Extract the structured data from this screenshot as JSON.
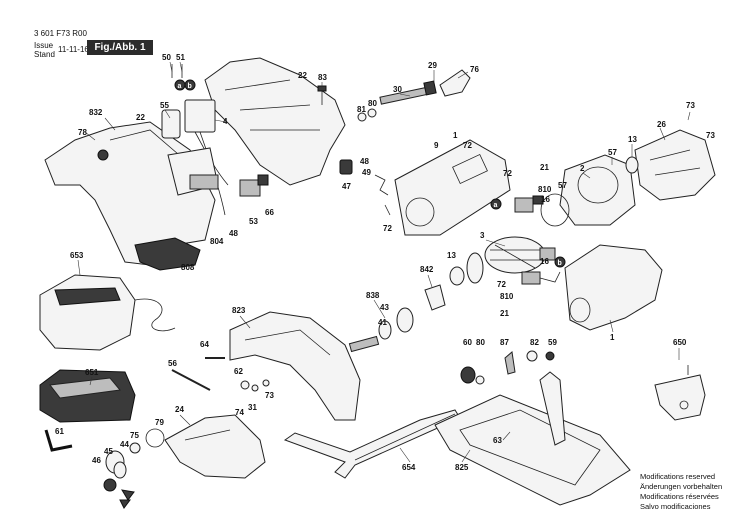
{
  "header": {
    "doc_number": "3 601 F73 R00",
    "issue_label": "Issue",
    "stand_label": "Stand",
    "issue_date": "11-11-16",
    "fig_label": "Fig./Abb. 1"
  },
  "notes": [
    "Modifications reserved",
    "Änderungen vorbehalten",
    "Modifications réservées",
    "Salvo modificaciones"
  ],
  "callouts": {
    "c50": "50",
    "c51": "51",
    "c832": "832",
    "c78": "78",
    "c22a": "22",
    "c55": "55",
    "c4": "4",
    "c22b": "22",
    "c83": "83",
    "c81": "81",
    "c80a": "80",
    "c30": "30",
    "c29": "29",
    "c76": "76",
    "c1a": "1",
    "c72a": "72",
    "c9": "9",
    "c73a": "73",
    "c26": "26",
    "c73b": "73",
    "c13a": "13",
    "c57a": "57",
    "c2": "2",
    "c21a": "21",
    "c72b": "72",
    "c810a": "810",
    "c16a": "16",
    "c57b": "57",
    "c48a": "48",
    "c49": "49",
    "c47": "47",
    "c72c": "72",
    "c53": "53",
    "c66": "66",
    "c48b": "48",
    "c804": "804",
    "c808": "808",
    "c653": "653",
    "c3": "3",
    "c13b": "13",
    "c842": "842",
    "c16b": "16",
    "c72d": "72",
    "c810b": "810",
    "c21b": "21",
    "c1b": "1",
    "c838": "838",
    "c43": "43",
    "c41": "41",
    "c823": "823",
    "c64": "64",
    "c56": "56",
    "c651": "651",
    "c62": "62",
    "c74": "74",
    "c31": "31",
    "c73c": "73",
    "c24": "24",
    "c61": "61",
    "c79": "79",
    "c75": "75",
    "c44": "44",
    "c45": "45",
    "c46": "46",
    "c60": "60",
    "c80b": "80",
    "c87": "87",
    "c82": "82",
    "c59": "59",
    "c650": "650",
    "c63": "63",
    "c654": "654",
    "c825": "825"
  },
  "markers": {
    "a": "a",
    "b": "b"
  }
}
